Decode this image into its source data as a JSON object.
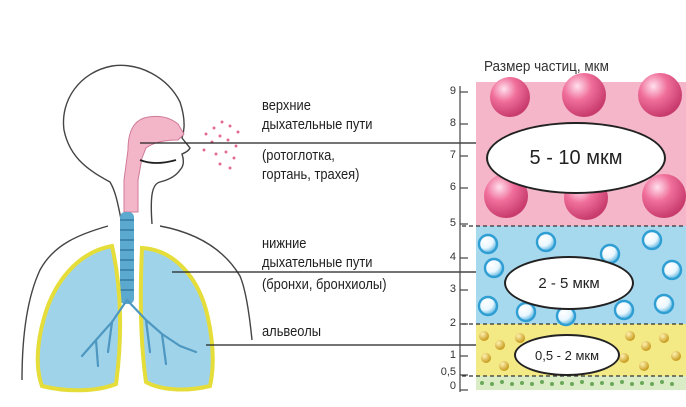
{
  "labels": {
    "upper_line1": "верхние",
    "upper_line2": "дыхательные пути",
    "upper_line3": "(ротоглотка,",
    "upper_line4": "гортань, трахея)",
    "lower_line1": "нижние",
    "lower_line2": "дыхательные пути",
    "lower_line3": "(бронхи, бронхиолы)",
    "alveoli": "альвеолы"
  },
  "scale": {
    "title": "Размер частиц, мкм",
    "ticks": [
      "9",
      "8",
      "7",
      "6",
      "5",
      "4",
      "3",
      "2",
      "1",
      "0,5",
      "0"
    ]
  },
  "zones": {
    "upper": {
      "text": "5 - 10  мкм",
      "color": "#f4b6c8"
    },
    "middle": {
      "text": "2 - 5 мкм",
      "color": "#a6d8ee"
    },
    "bottom": {
      "text": "0,5 - 2 мкм",
      "color": "#f3e985"
    }
  },
  "colors": {
    "lungs": "#9fd3ea",
    "lung_outline": "#e5dd3a",
    "airway": "#f2b6c8",
    "trachea": "#5ba9cf"
  }
}
